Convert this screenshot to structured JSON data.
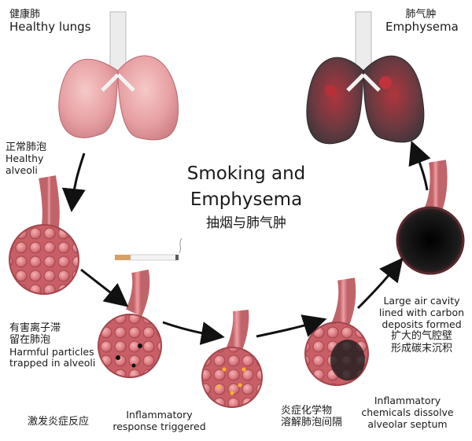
{
  "title": {
    "line1": "Smoking and",
    "line2": "Emphysema",
    "chinese": "抽烟与肺气肿"
  },
  "stages": {
    "healthy_lungs": {
      "cn": "健康肺",
      "en": "Healthy lungs"
    },
    "emphysema": {
      "cn": "肺气肿",
      "en": "Emphysema"
    },
    "healthy_alveoli": {
      "cn": "正常肺泡",
      "en_line1": "Healthy",
      "en_line2": "alveoli"
    },
    "particles_trapped": {
      "cn_line1": "有害离子滞",
      "cn_line2": "留在肺泡",
      "en_line1": "Harmful particles",
      "en_line2": "trapped in alveoli"
    },
    "inflammatory_response": {
      "cn": "激发炎症反应",
      "en_line1": "Inflammatory",
      "en_line2": "response triggered"
    },
    "chemicals_dissolve": {
      "cn_line1": "炎症化学物",
      "cn_line2": "溶解肺泡间隔",
      "en_line1": "Inflammatory",
      "en_line2": "chemicals dissolve",
      "en_line3": "alveolar septum"
    },
    "air_cavity": {
      "en_line1": "Large air cavity",
      "en_line2": "lined with carbon",
      "en_line3": "deposits formed",
      "cn_line1": "扩大的气腔壁",
      "cn_line2": "形成碳末沉积"
    }
  },
  "colors": {
    "lung_healthy": "#e8a3a5",
    "lung_dark": "#3a3f45",
    "alveolus": "#d9777c",
    "alveolus_dark": "#111111",
    "arrow": "#111111",
    "trachea": "#e9e9e9"
  }
}
